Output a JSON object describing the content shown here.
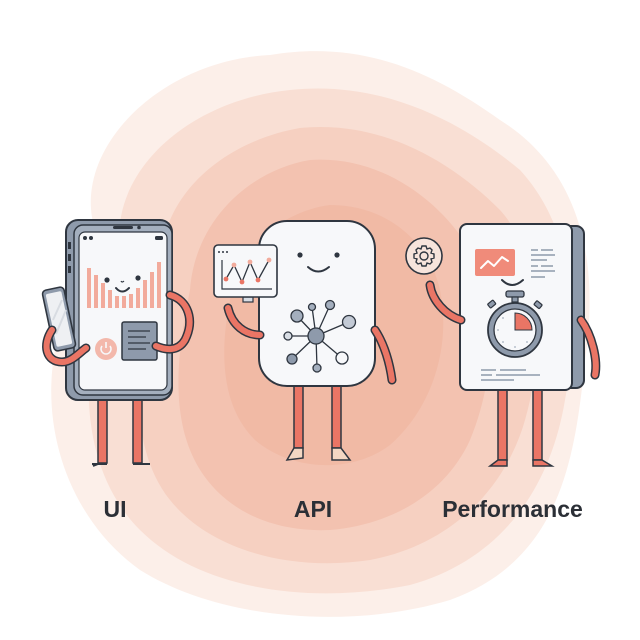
{
  "illustration": {
    "background": {
      "style": "watercolor-blob",
      "colors": [
        "#fbe9e1",
        "#f6d3c4",
        "#f0b9a4",
        "#fdf5f1"
      ]
    },
    "palette": {
      "outline": "#2f3640",
      "slate": "#8e9aab",
      "slate_dark": "#6f7c8e",
      "coral": "#ea7565",
      "coral_light": "#f2b0a3",
      "card_white": "#f7f8fa",
      "label_text": "#2b2f36"
    },
    "characters": [
      {
        "id": "ui",
        "label": "UI",
        "description": "smartphone character with bar-chart face, holding a small phone and a document card",
        "props": [
          "small-phone",
          "bar-chart",
          "power-button",
          "document-card"
        ]
      },
      {
        "id": "api",
        "label": "API",
        "description": "rounded white block character with network node diagram, holding up a monitor with line chart",
        "props": [
          "monitor-line-chart",
          "network-graph"
        ]
      },
      {
        "id": "performance",
        "label": "Performance",
        "description": "document/tablet character with trend card and stopwatch, holding a gear badge",
        "props": [
          "trend-card",
          "stopwatch",
          "gear-badge",
          "text-lines"
        ]
      }
    ]
  }
}
